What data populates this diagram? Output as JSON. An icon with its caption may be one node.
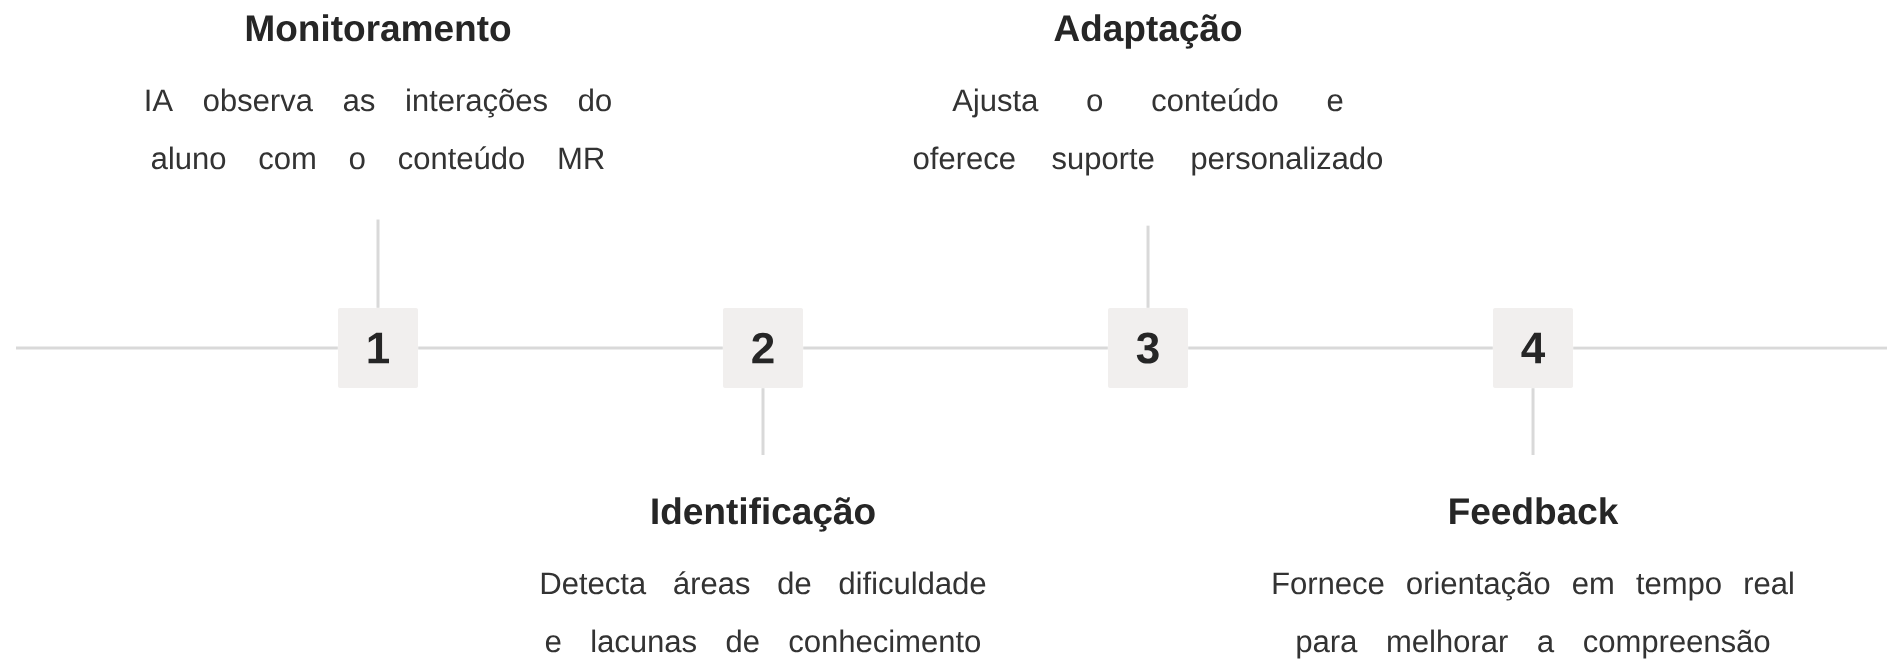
{
  "diagram": {
    "nodes": [
      {
        "text": [
          "1"
        ]
      },
      {
        "text": [
          "2"
        ]
      },
      {
        "text": [
          "3"
        ]
      },
      {
        "text": [
          "4"
        ]
      },
      {
        "text": [
          "Monitoramento",
          "IA observa as interações do aluno com o conteúdo MR"
        ]
      },
      {
        "text": [
          "Identificação",
          "Detecta áreas de dificuldade e lacunas de conhecimento"
        ]
      },
      {
        "text": [
          "Adaptação",
          "Ajusta o conteúdo e oferece suporte personalizado"
        ]
      },
      {
        "text": [
          "Feedback",
          "Fornece orientação em tempo real para melhorar a compreensão"
        ]
      }
    ],
    "edges": [
      {
        "from": null,
        "to": 0,
        "arrow": "none"
      },
      {
        "from": 0,
        "to": 1,
        "arrow": "none"
      },
      {
        "from": 1,
        "to": 2,
        "arrow": "none"
      },
      {
        "from": 2,
        "to": 3,
        "arrow": "none"
      },
      {
        "from": 3,
        "to": null,
        "arrow": "none"
      },
      {
        "from": 0,
        "to": 4,
        "arrow": "none"
      },
      {
        "from": 1,
        "to": 5,
        "arrow": "none"
      },
      {
        "from": 2,
        "to": 6,
        "arrow": "none"
      },
      {
        "from": 3,
        "to": 7,
        "arrow": "none"
      }
    ]
  }
}
